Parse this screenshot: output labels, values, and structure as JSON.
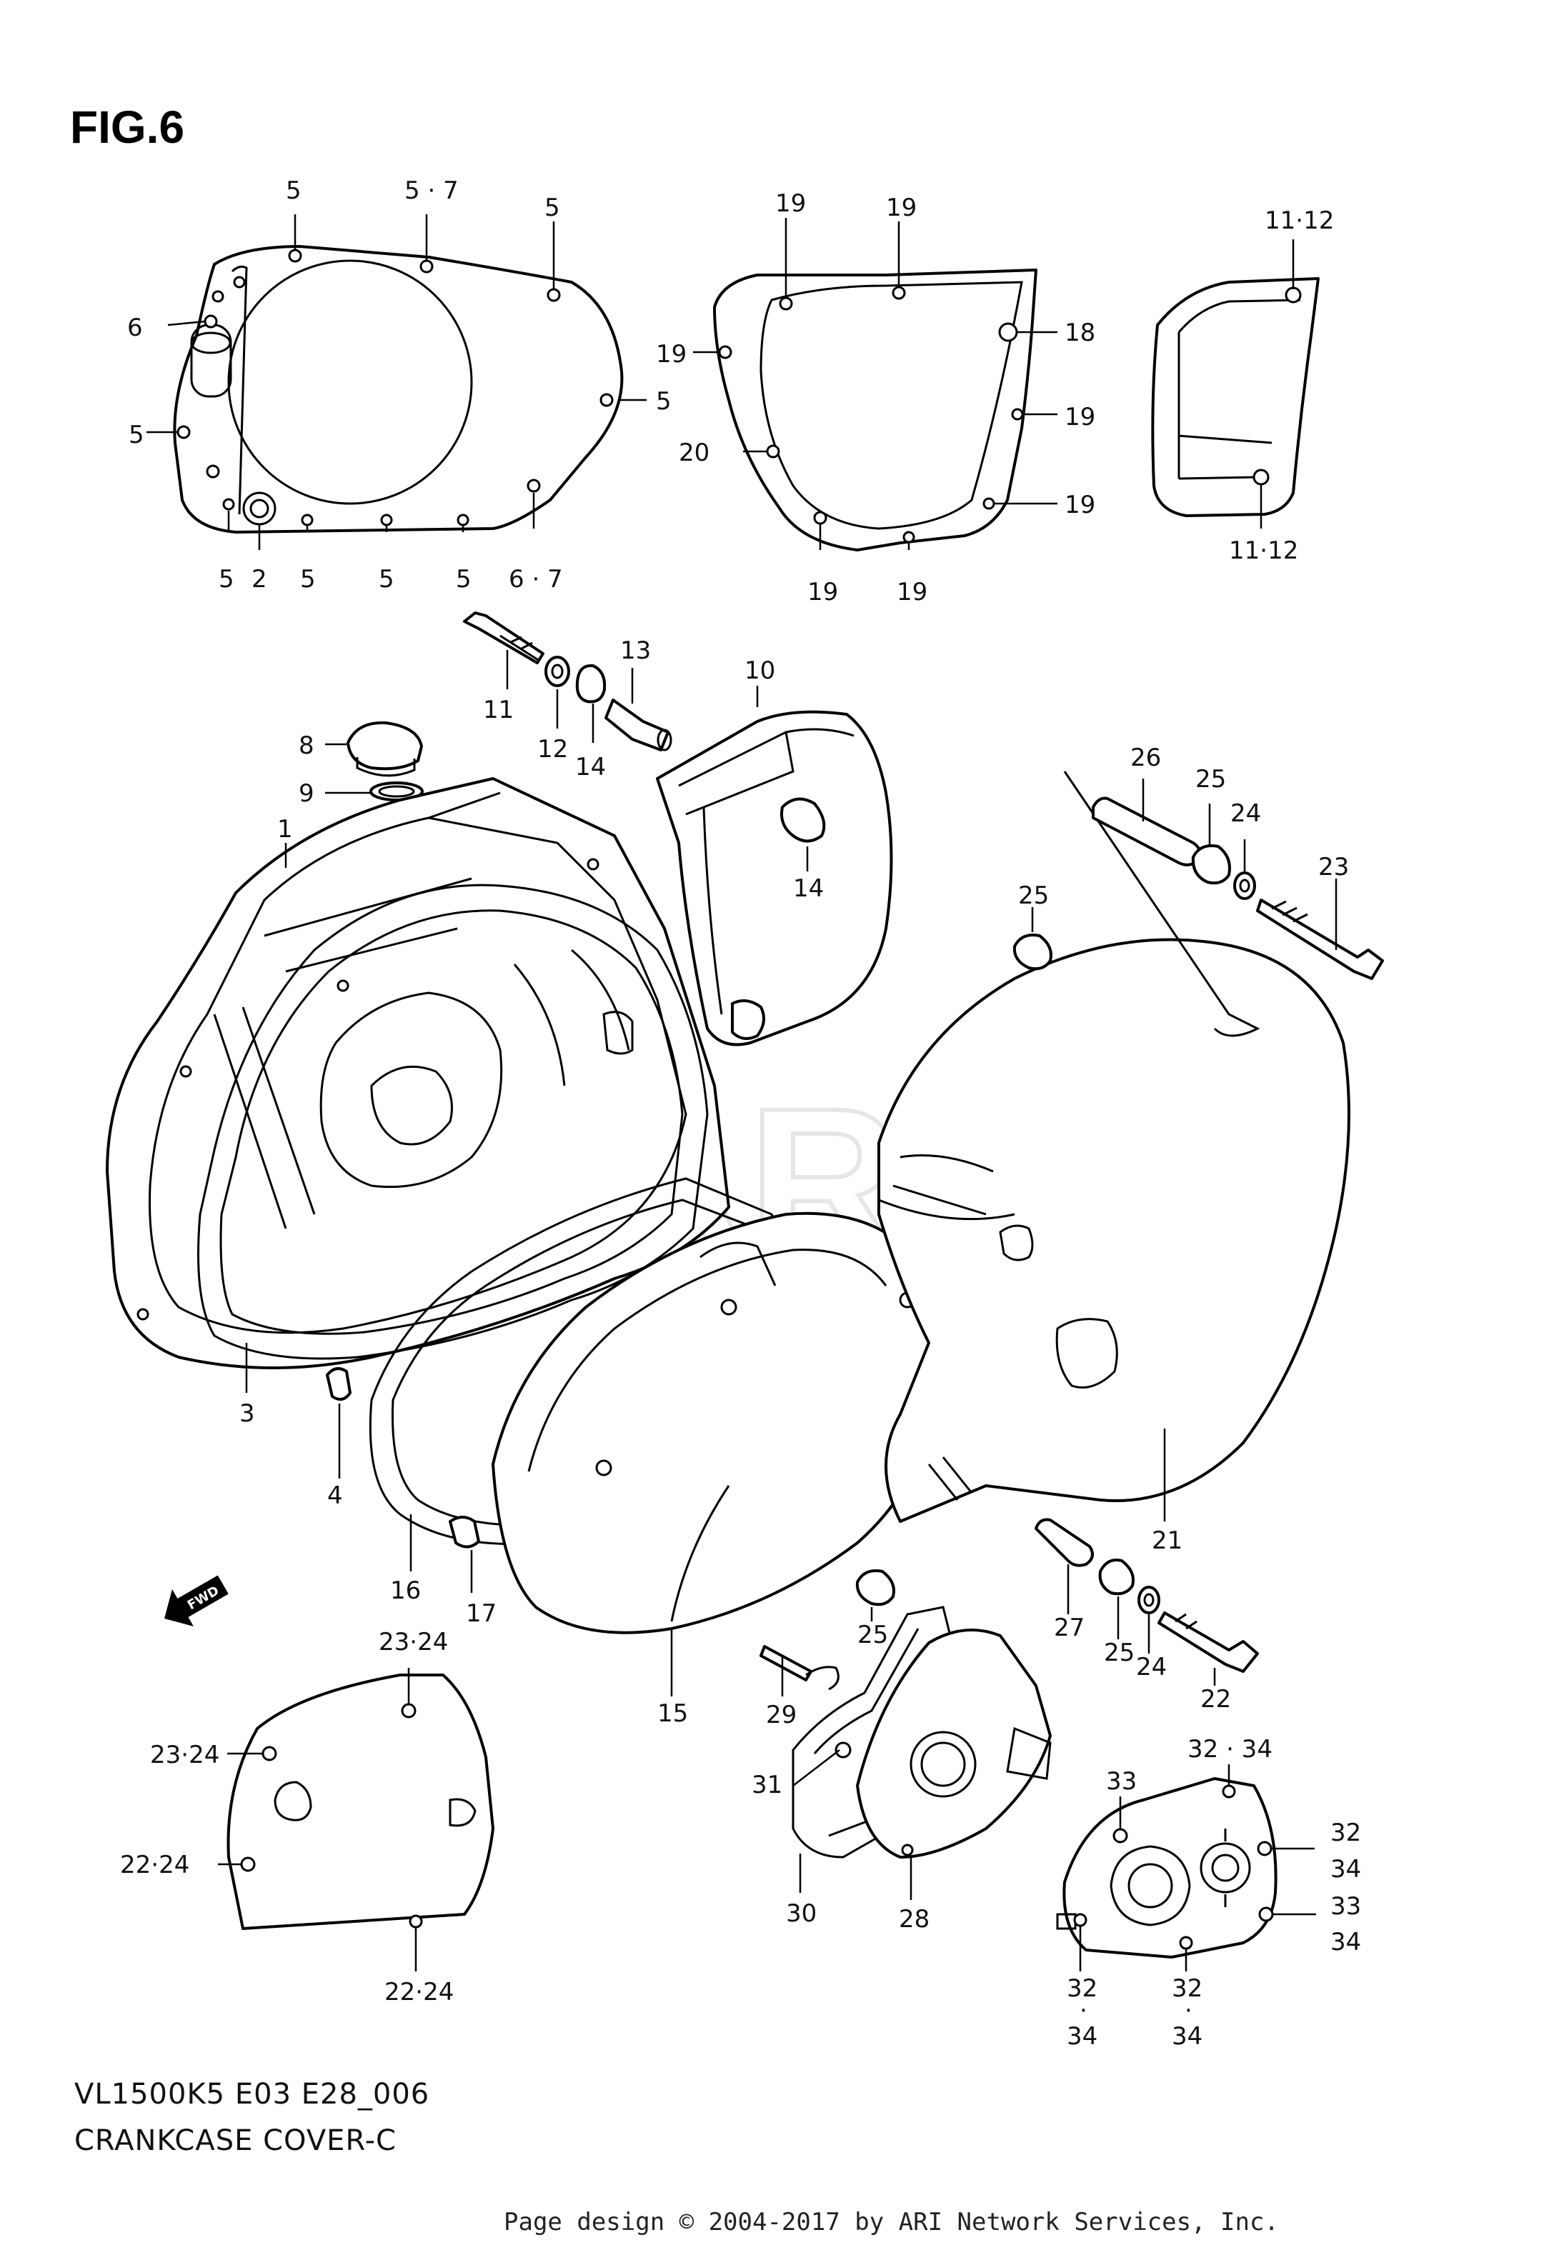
{
  "figure": {
    "title": "FIG.6",
    "watermark": "ARI",
    "model_code": "VL1500K5  E03  E28_006",
    "section_name": "CRANKCASE COVER-C",
    "footer": "Page design © 2004-2017 by ARI Network Services, Inc.",
    "fwd_badge": "FWD"
  },
  "labels": {
    "l5_a": "5",
    "l57_a": "5 · 7",
    "l5_b": "5",
    "l6": "6",
    "l5_c": "5",
    "l5_d": "5",
    "l5_e": "5",
    "l2": "2",
    "l5_f": "5",
    "l5_g": "5",
    "l5_h": "5",
    "l67": "6 · 7",
    "l19_a": "19",
    "l19_b": "19",
    "l19_c": "19",
    "l18": "18",
    "l19_d": "19",
    "l20": "20",
    "l19_e": "19",
    "l19_f": "19",
    "l19_g": "19",
    "l1112_a": "11·12",
    "l1112_b": "11·12",
    "l11": "11",
    "l12": "12",
    "l13": "13",
    "l14_a": "14",
    "l10": "10",
    "l14_b": "14",
    "l8": "8",
    "l9": "9",
    "l1": "1",
    "l3": "3",
    "l4": "4",
    "l16": "16",
    "l17": "17",
    "l15": "15",
    "l26": "26",
    "l25_a": "25",
    "l24_a": "24",
    "l23": "23",
    "l25_b": "25",
    "l21": "21",
    "l25_c": "25",
    "l27": "27",
    "l25_d": "25",
    "l24_b": "24",
    "l22": "22",
    "l29": "29",
    "l2324_a": "23·24",
    "l2324_b": "23·24",
    "l2224_a": "22·24",
    "l2224_b": "22·24",
    "l31": "31",
    "l30": "30",
    "l28": "28",
    "l33_a": "33",
    "l3234_a": "32 · 34",
    "l32_b": "32",
    "l34_b": "34",
    "l33_c": "33",
    "l34_c": "34",
    "l32_d": "32",
    "l34_d": "34",
    "l32_e": "32",
    "l34_e": "34"
  }
}
